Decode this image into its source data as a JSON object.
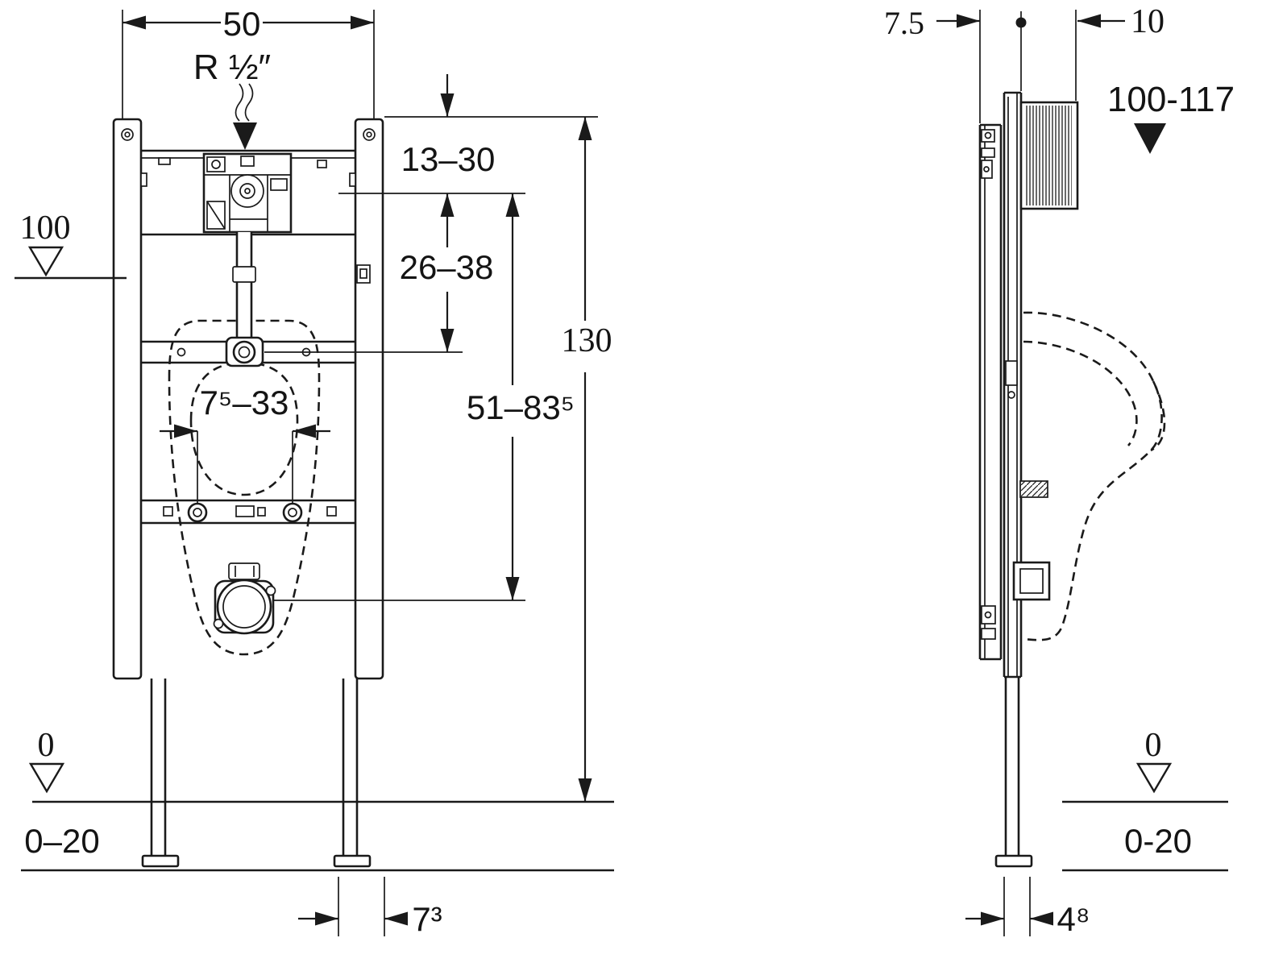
{
  "colors": {
    "line": "#1a1a1a",
    "background": "#ffffff"
  },
  "front_view": {
    "dim_width": "50",
    "water_supply": "R ½″",
    "level_top": "100",
    "dim_cistern_offset": "13–30",
    "dim_flush_pipe": "26–38",
    "dim_total_height": "130",
    "dim_outlet_height": "51–83⁵",
    "dim_fixing_span": "7⁵–33",
    "level_zero": "0",
    "floor_range": "0–20",
    "dim_foot_offset": "7³"
  },
  "side_view": {
    "dim_wall_offset": "7.5",
    "dim_front_offset": "10",
    "dim_plate_height": "100-117",
    "level_zero": "0",
    "floor_range": "0-20",
    "dim_profile_depth": "4⁸"
  }
}
